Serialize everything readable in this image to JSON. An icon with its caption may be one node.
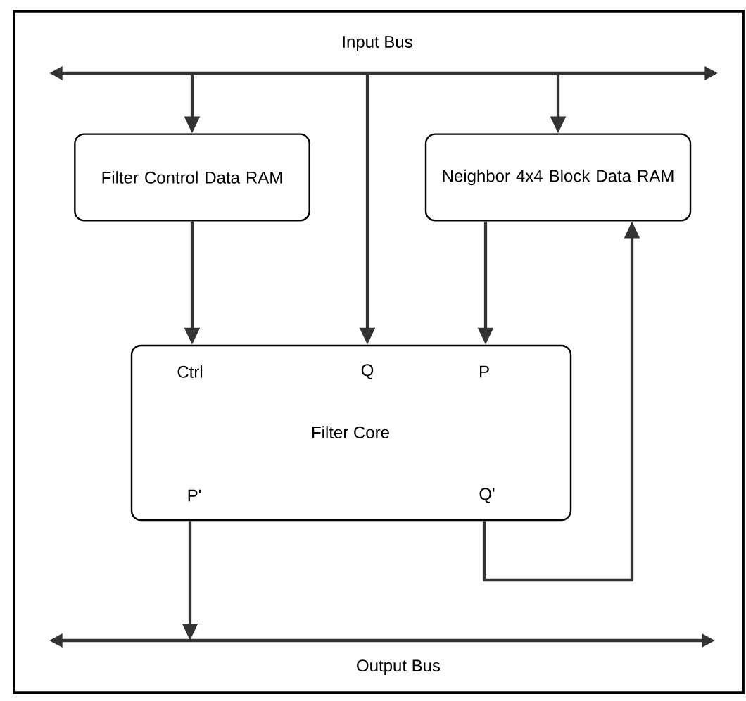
{
  "diagram": {
    "nodes": [
      {
        "text": [
          "Input Bus"
        ]
      },
      {
        "text": [
          "Filter Control Data RAM"
        ]
      },
      {
        "text": [
          "Neighbor 4x4 Block Data RAM"
        ]
      },
      {
        "text": [
          "Ctrl",
          "Q",
          "P",
          "Filter Core",
          "P'",
          "Q'"
        ]
      },
      {
        "text": [
          "Output Bus"
        ]
      }
    ],
    "edges": [
      {
        "from": 0,
        "to": 1,
        "arrow": "to"
      },
      {
        "from": 0,
        "to": 3,
        "arrow": "to"
      },
      {
        "from": 0,
        "to": 2,
        "arrow": "to"
      },
      {
        "from": 1,
        "to": 3,
        "arrow": "to"
      },
      {
        "from": 2,
        "to": 3,
        "arrow": "to"
      },
      {
        "from": 3,
        "to": 2,
        "arrow": "to"
      },
      {
        "from": 3,
        "to": 4,
        "arrow": "to"
      }
    ]
  }
}
